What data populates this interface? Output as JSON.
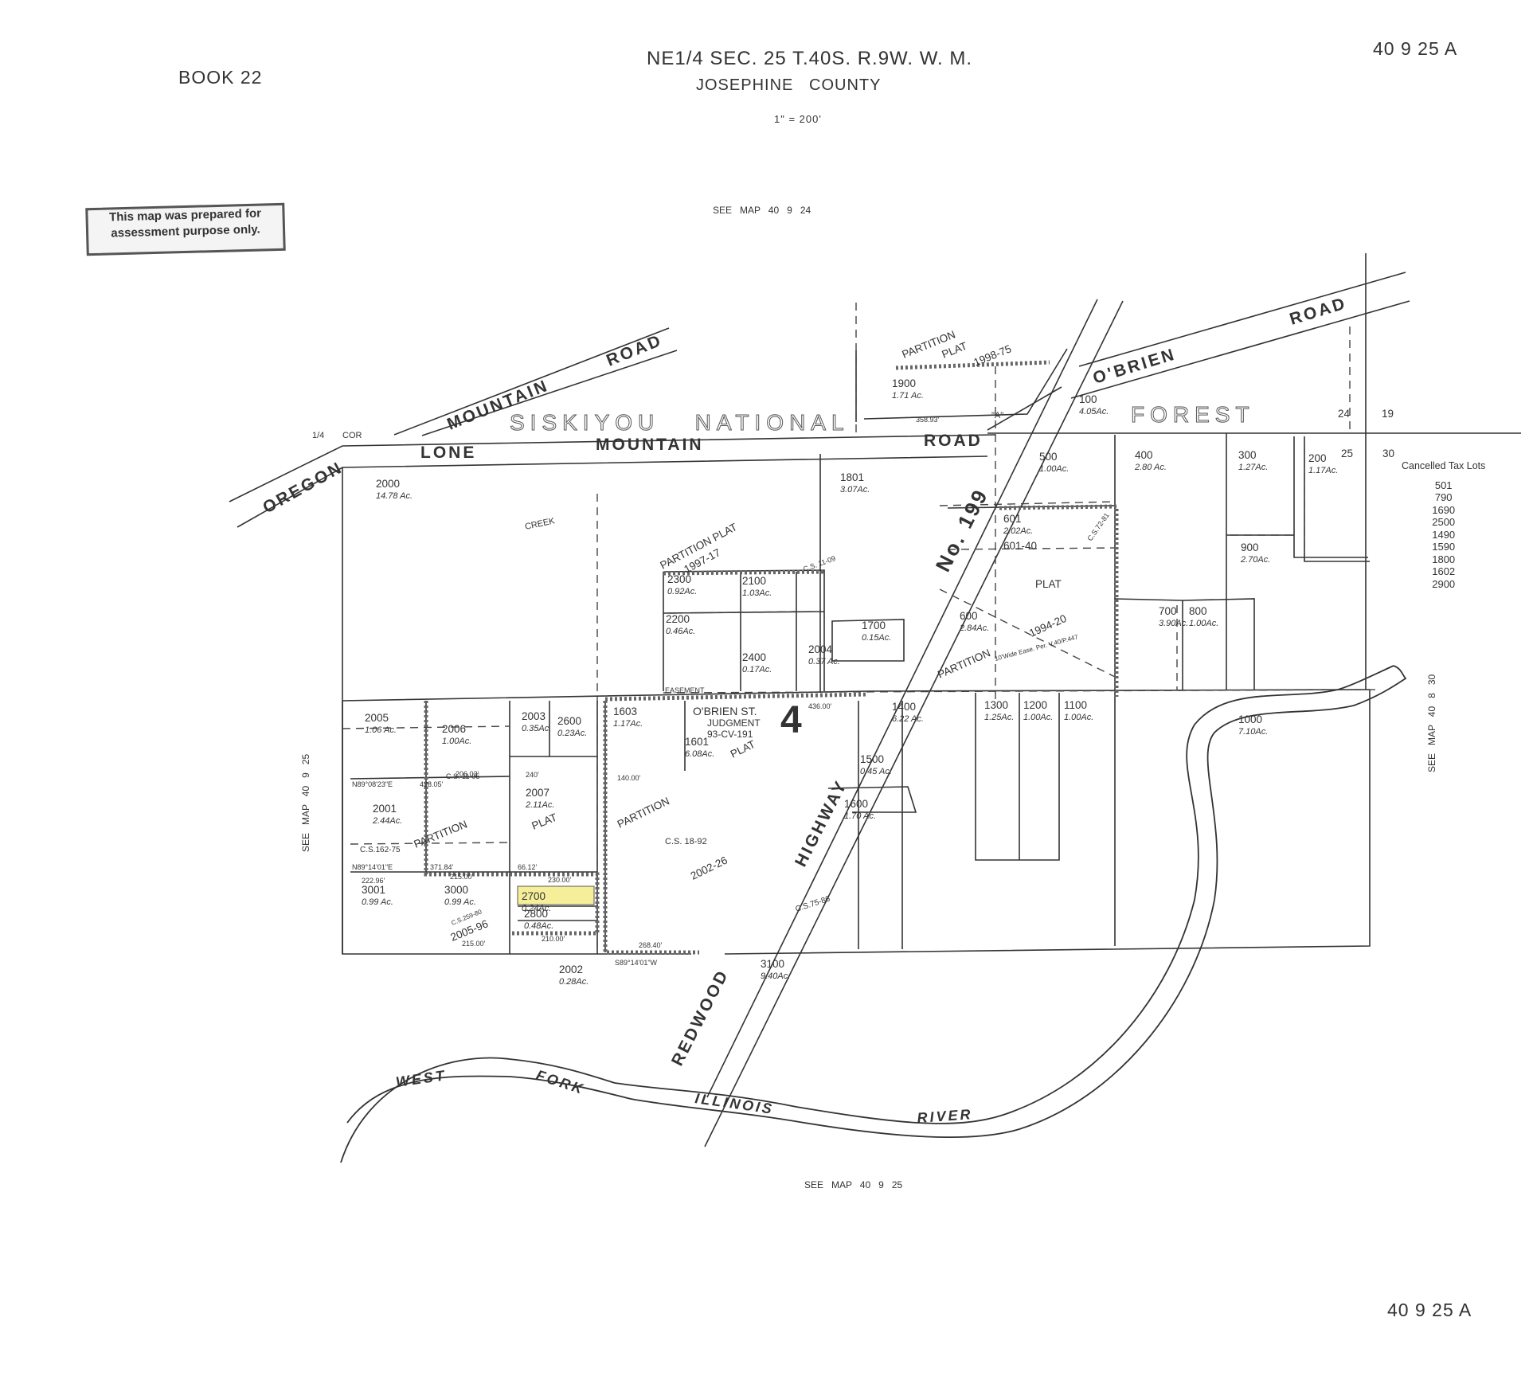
{
  "header": {
    "book": "BOOK 22",
    "title_line1": "NE1/4 SEC. 25 T.40S. R.9W. W. M.",
    "title_line2": "JOSEPHINE   COUNTY",
    "scale": "1\" = 200'",
    "map_id_top": "40 9 25 A",
    "map_id_bottom": "40 9 25 A"
  },
  "stamp": {
    "line1": "This map was prepared for",
    "line2": "assessment purpose only."
  },
  "see_maps": {
    "top": "SEE   MAP   40   9   24",
    "left": "SEE   MAP   40   9   25",
    "right": "SEE   MAP   40   8   30",
    "bottom": "SEE   MAP   40   9   25"
  },
  "cancelled": {
    "title": "Cancelled Tax Lots",
    "lots": [
      "501",
      "790",
      "1690",
      "2500",
      "1490",
      "1590",
      "1800",
      "1602",
      "2900"
    ]
  },
  "roads": {
    "oregon": "OREGON",
    "mountain_road_diag": "MOUNTAIN",
    "road_diag": "ROAD",
    "lone": "LONE",
    "mountain": "MOUNTAIN",
    "road": "ROAD",
    "obrien": "O'BRIEN",
    "obrien_road": "ROAD",
    "siskiyou": "SISKIYOU   NATIONAL",
    "forest": "FOREST",
    "no199": "No. 199",
    "highway": "HIGHWAY",
    "redwood": "REDWOOD",
    "obrien_st": "O'BRIEN ST.",
    "creek": "CREEK"
  },
  "river": {
    "west": "WEST",
    "fork": "FORK",
    "illinois": "ILLINOIS",
    "river": "RIVER"
  },
  "section_corner": {
    "quarter": "1/4",
    "cor": "COR",
    "sec_a": "24",
    "sec_b": "19",
    "sec_c": "25",
    "sec_d": "30"
  },
  "block_number": "4",
  "judgment": {
    "line1": "JUDGMENT",
    "line2": "93-CV-191"
  },
  "plats": {
    "pp_1998": {
      "l1": "PARTITION",
      "l2": "PLAT",
      "l3": "1998-75"
    },
    "pp_1997": {
      "l1": "PARTITION PLAT",
      "l2": "1997-17"
    },
    "pp_1994": {
      "l1": "PLAT",
      "l2": "PARTITION",
      "l3": "1994-20"
    },
    "pp_2002": {
      "l1": "PARTITION",
      "l2": "PLAT",
      "l3": "2002-26"
    },
    "pp_2001": {
      "l1": "PARTITION",
      "l2": "PLAT"
    },
    "pp_2005": "2005-96",
    "cs_1": "C.S. 11-05",
    "cs_2": "C.S.162-75",
    "cs_3": "C.S. 18-92",
    "cs_4": "C.S.75-86",
    "cs_5": "C.S. 11-09",
    "cs_6": "C.S.72-81",
    "cs_7": "C.S.259-80"
  },
  "lots": [
    {
      "id": "1900",
      "acres": "1.71 Ac."
    },
    {
      "id": "100",
      "acres": "4.05Ac."
    },
    {
      "id": "500",
      "acres": "1.00Ac."
    },
    {
      "id": "400",
      "acres": "2.80 Ac."
    },
    {
      "id": "300",
      "acres": "1.27Ac."
    },
    {
      "id": "200",
      "acres": "1.17Ac."
    },
    {
      "id": "2000",
      "acres": "14.78 Ac."
    },
    {
      "id": "1801",
      "acres": "3.07Ac."
    },
    {
      "id": "601",
      "acres": "2.02Ac."
    },
    {
      "id": "601-40",
      "acres": ""
    },
    {
      "id": "900",
      "acres": "2.70Ac."
    },
    {
      "id": "2300",
      "acres": "0.92Ac."
    },
    {
      "id": "2100",
      "acres": "1.03Ac."
    },
    {
      "id": "2200",
      "acres": "0.46Ac."
    },
    {
      "id": "2400",
      "acres": "0.17Ac."
    },
    {
      "id": "2004",
      "acres": "0.37 Ac."
    },
    {
      "id": "1700",
      "acres": "0.15Ac."
    },
    {
      "id": "600",
      "acres": "2.84Ac."
    },
    {
      "id": "700",
      "acres": "3.90Ac."
    },
    {
      "id": "800",
      "acres": "1.00Ac."
    },
    {
      "id": "2005",
      "acres": "1.06 Ac."
    },
    {
      "id": "2006",
      "acres": "1.00Ac."
    },
    {
      "id": "2003",
      "acres": "0.35Ac."
    },
    {
      "id": "2600",
      "acres": "0.23Ac."
    },
    {
      "id": "1603",
      "acres": "1.17Ac."
    },
    {
      "id": "1601",
      "acres": "6.08Ac."
    },
    {
      "id": "1400",
      "acres": "6.22 Ac."
    },
    {
      "id": "1300",
      "acres": "1.25Ac."
    },
    {
      "id": "1200",
      "acres": "1.00Ac."
    },
    {
      "id": "1100",
      "acres": "1.00Ac."
    },
    {
      "id": "1000",
      "acres": "7.10Ac."
    },
    {
      "id": "1500",
      "acres": "0.45 Ac."
    },
    {
      "id": "1600",
      "acres": "1.70 Ac."
    },
    {
      "id": "2001",
      "acres": "2.44Ac."
    },
    {
      "id": "2007",
      "acres": "2.11Ac."
    },
    {
      "id": "3001",
      "acres": "0.99 Ac."
    },
    {
      "id": "3000",
      "acres": "0.99 Ac."
    },
    {
      "id": "2700",
      "acres": "0.24Ac."
    },
    {
      "id": "2800",
      "acres": "0.48Ac."
    },
    {
      "id": "2002",
      "acres": "0.28Ac."
    },
    {
      "id": "3100",
      "acres": "9.40Ac."
    }
  ],
  "highlight_color": "#f5ef9a",
  "bearings": {
    "b1": "N89°08'23\"E",
    "b2": "428.05'",
    "b3": "N89°14'01\"E",
    "b4": "371.84'",
    "b5": "66.12'",
    "b6": "140.00'",
    "b7": "230.00'",
    "b8": "210.00'",
    "b9": "215.00'",
    "b10": "215.00'",
    "b11": "268.40'",
    "b12": "S89°14'01\"W",
    "b13": "436.00'",
    "b14": "358.93'",
    "b15": "240'",
    "b16": "206.03'",
    "b17": "222.96'",
    "b18": "EASEMENT",
    "b19": "\"A\"",
    "b20": "10'Wide Ease. Per. V.40/P.447"
  }
}
